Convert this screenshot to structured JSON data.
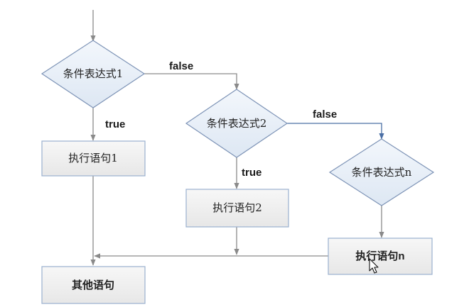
{
  "nodes": {
    "cond1": "条件表达式1",
    "cond2": "条件表达式2",
    "condn": "条件表达式n",
    "stmt1": "执行语句1",
    "stmt2": "执行语句2",
    "stmtn": "执行语句n",
    "other": "其他语句"
  },
  "edges": {
    "cond1_false": "false",
    "cond1_true": "true",
    "cond2_false": "false",
    "cond2_true": "true"
  },
  "colors": {
    "diamond_fill_top": "#f3f7fc",
    "diamond_fill_bottom": "#dde7f3",
    "diamond_stroke": "#7d93b6",
    "box_fill_top": "#f7f7f7",
    "box_fill_bottom": "#e7e7e7",
    "box_stroke": "#9ab0cf",
    "arrow": "#8a8a8a",
    "arrow_highlight": "#4a6fa5"
  }
}
